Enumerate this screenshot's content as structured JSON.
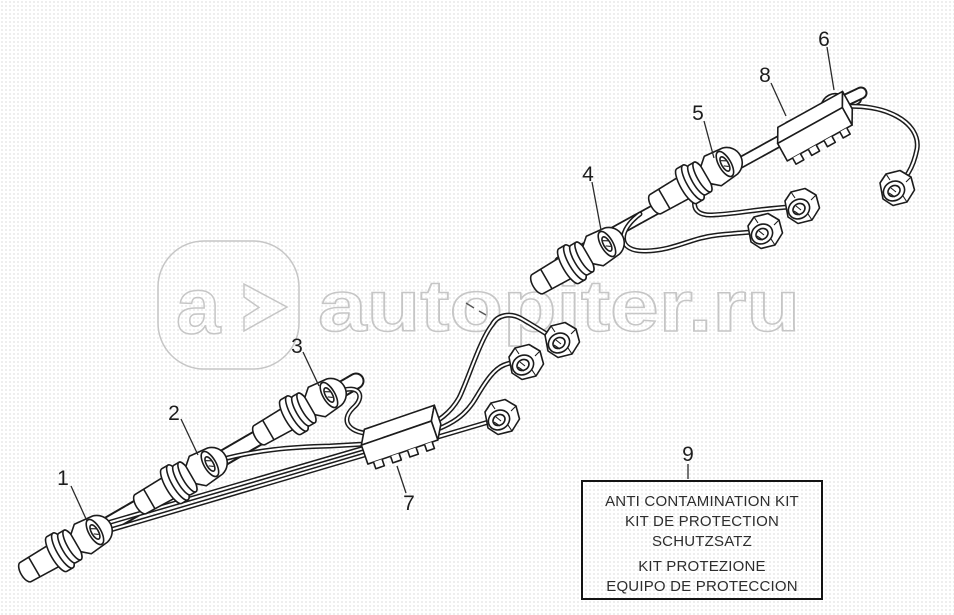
{
  "watermark": {
    "logo_text": "a",
    "logo_chevron": ">",
    "site_text": "autopiter.ru",
    "color": "#c6c6c6"
  },
  "callouts": [
    {
      "label": "1"
    },
    {
      "label": "2"
    },
    {
      "label": "3"
    },
    {
      "label": "4"
    },
    {
      "label": "5"
    },
    {
      "label": "6"
    },
    {
      "label": "7"
    },
    {
      "label": "8"
    },
    {
      "label": "9"
    }
  ],
  "kit_box": {
    "lines": [
      "ANTI CONTAMINATION KIT",
      "KIT DE PROTECTION",
      "SCHUTZSATZ",
      "KIT PROTEZIONE",
      "EQUIPO DE PROTECCION"
    ]
  },
  "colors": {
    "line_art": "#1c1c1c",
    "watermark": "#c6c6c6",
    "background": "#ffffff"
  }
}
